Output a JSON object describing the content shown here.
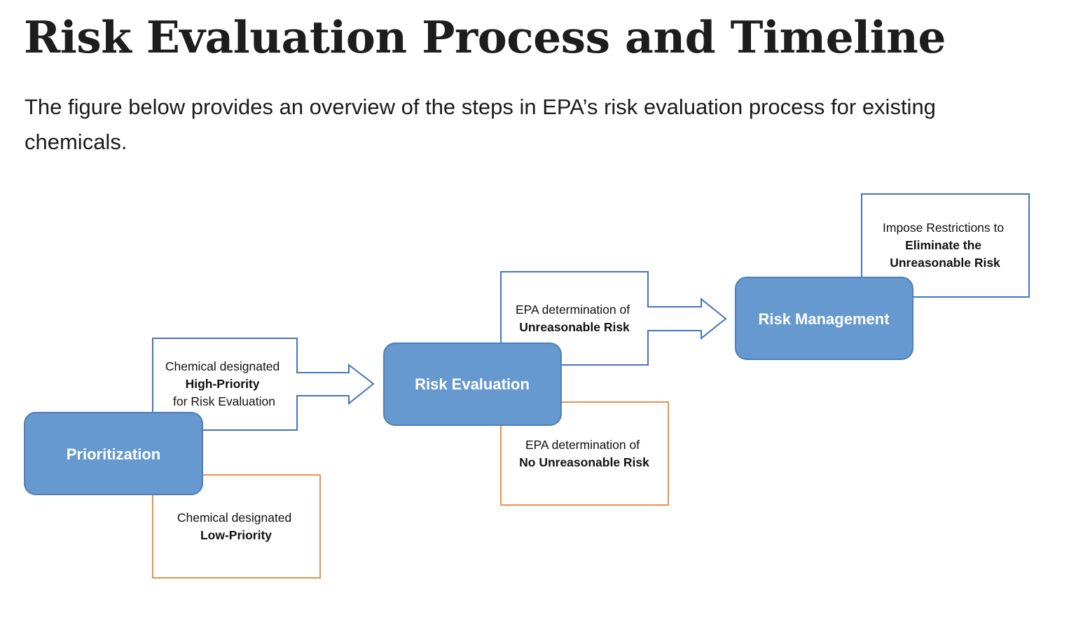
{
  "page": {
    "title": "Risk Evaluation Process and Timeline",
    "intro": "The figure below provides an overview of the steps in EPA’s risk evaluation process for existing chemicals."
  },
  "diagram": {
    "colors": {
      "stage_fill": "#6699cf",
      "stage_border": "#4f7fb6",
      "high_outcome_border": "#4472c4",
      "low_outcome_border": "#ed8f4e"
    },
    "stages": {
      "prioritization": "Prioritization",
      "risk_evaluation": "Risk Evaluation",
      "risk_management": "Risk Management"
    },
    "outcomes": {
      "high_priority": {
        "line1": "Chemical designated",
        "line2": "High-Priority",
        "line3": "for Risk Evaluation"
      },
      "low_priority": {
        "line1": "Chemical designated",
        "line2": "Low-Priority"
      },
      "unreasonable_risk": {
        "line1": "EPA determination of",
        "line2": "Unreasonable Risk"
      },
      "no_unreasonable_risk": {
        "line1": "EPA determination of",
        "line2": "No Unreasonable Risk"
      },
      "impose_restrictions": {
        "line1": "Impose Restrictions to",
        "line2": "Eliminate the",
        "line3": "Unreasonable Risk"
      }
    }
  }
}
